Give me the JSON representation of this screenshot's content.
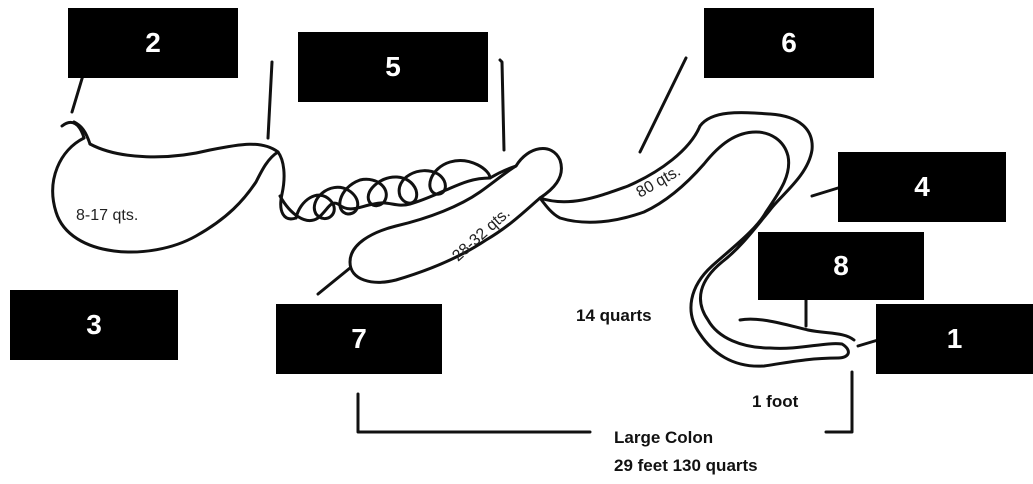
{
  "labels": {
    "box_1": "1",
    "box_2": "2",
    "box_3": "3",
    "box_4": "4",
    "box_5": "5",
    "box_6": "6",
    "box_7": "7",
    "box_8": "8"
  },
  "capacities": {
    "stomach": "8-17 qts.",
    "cecum": "28-32 qts.",
    "large_colon_segment": "80 qts."
  },
  "annotations": {
    "fourteen_quarts": "14 quarts",
    "one_foot": "1 foot",
    "large_colon_title": "Large Colon",
    "large_colon_size": "29 feet 130 quarts"
  }
}
